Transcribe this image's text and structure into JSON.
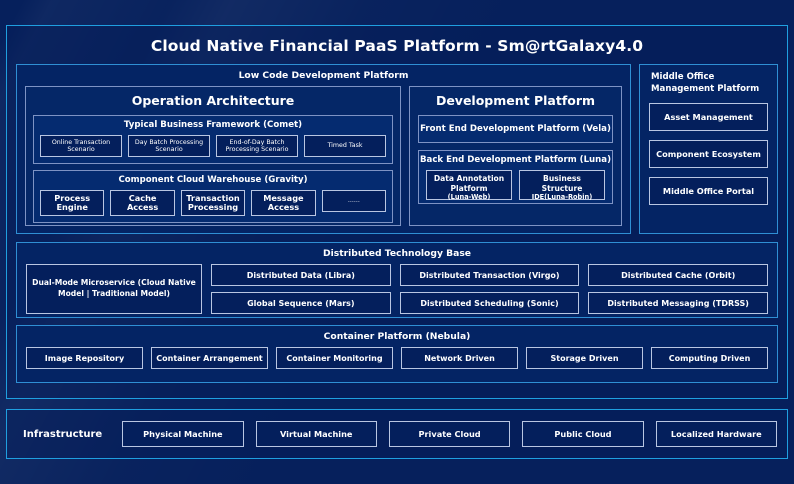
{
  "title": "Cloud Native Financial PaaS Platform - Sm@rtGalaxy4.0",
  "colors": {
    "canvas_background": "#06205c",
    "outer_frame_border": "#1f9fe0",
    "section_border": "#2f8fd4",
    "subsection_border": "#7e93c4",
    "chip_border": "#b9c6e2",
    "chip_background": "#041f5c",
    "text": "#ffffff"
  },
  "low_code": {
    "title": "Low Code Development Platform",
    "operation_architecture": {
      "title": "Operation Architecture",
      "groups": [
        {
          "title": "Typical Business Framework (Comet)",
          "items": [
            "Online Transaction Scenario",
            "Day Batch Processing Scenario",
            "End-of-Day Batch Processing Scenario",
            "Timed Task"
          ]
        },
        {
          "title": "Component Cloud Warehouse (Gravity)",
          "items": [
            "Process Engine",
            "Cache Access",
            "Transaction Processing",
            "Message Access",
            "......"
          ]
        }
      ]
    },
    "development_platform": {
      "title": "Development Platform",
      "front_end_label": "Front End Development Platform (Vela)",
      "back_end_label": "Back End Development Platform (Luna)",
      "back_end_items": [
        {
          "line1": "Data Annotation",
          "line2": "Platform",
          "line3": "(Luna-Web)"
        },
        {
          "line1": "Business",
          "line2": "Structure",
          "line3": "IDE(Luna-Robin)"
        }
      ]
    }
  },
  "middle_office": {
    "title": "Middle Office Management Platform",
    "items": [
      "Asset Management",
      "Component Ecosystem",
      "Middle Office Portal"
    ]
  },
  "distributed_technology_base": {
    "title": "Distributed Technology Base",
    "lead": "Dual-Mode Microservice (Cloud Native Model | Traditional Model)",
    "columns": [
      {
        "top": "Distributed Data (Libra)",
        "bottom": "Global Sequence (Mars)"
      },
      {
        "top": "Distributed Transaction (Virgo)",
        "bottom": "Distributed Scheduling (Sonic)"
      },
      {
        "top": "Distributed Cache (Orbit)",
        "bottom": "Distributed Messaging (TDRSS)"
      }
    ]
  },
  "container_platform": {
    "title": "Container Platform (Nebula)",
    "items": [
      "Image Repository",
      "Container Arrangement",
      "Container Monitoring",
      "Network Driven",
      "Storage Driven",
      "Computing Driven"
    ]
  },
  "infrastructure": {
    "label": "Infrastructure",
    "items": [
      "Physical Machine",
      "Virtual Machine",
      "Private Cloud",
      "Public Cloud",
      "Localized Hardware"
    ]
  }
}
